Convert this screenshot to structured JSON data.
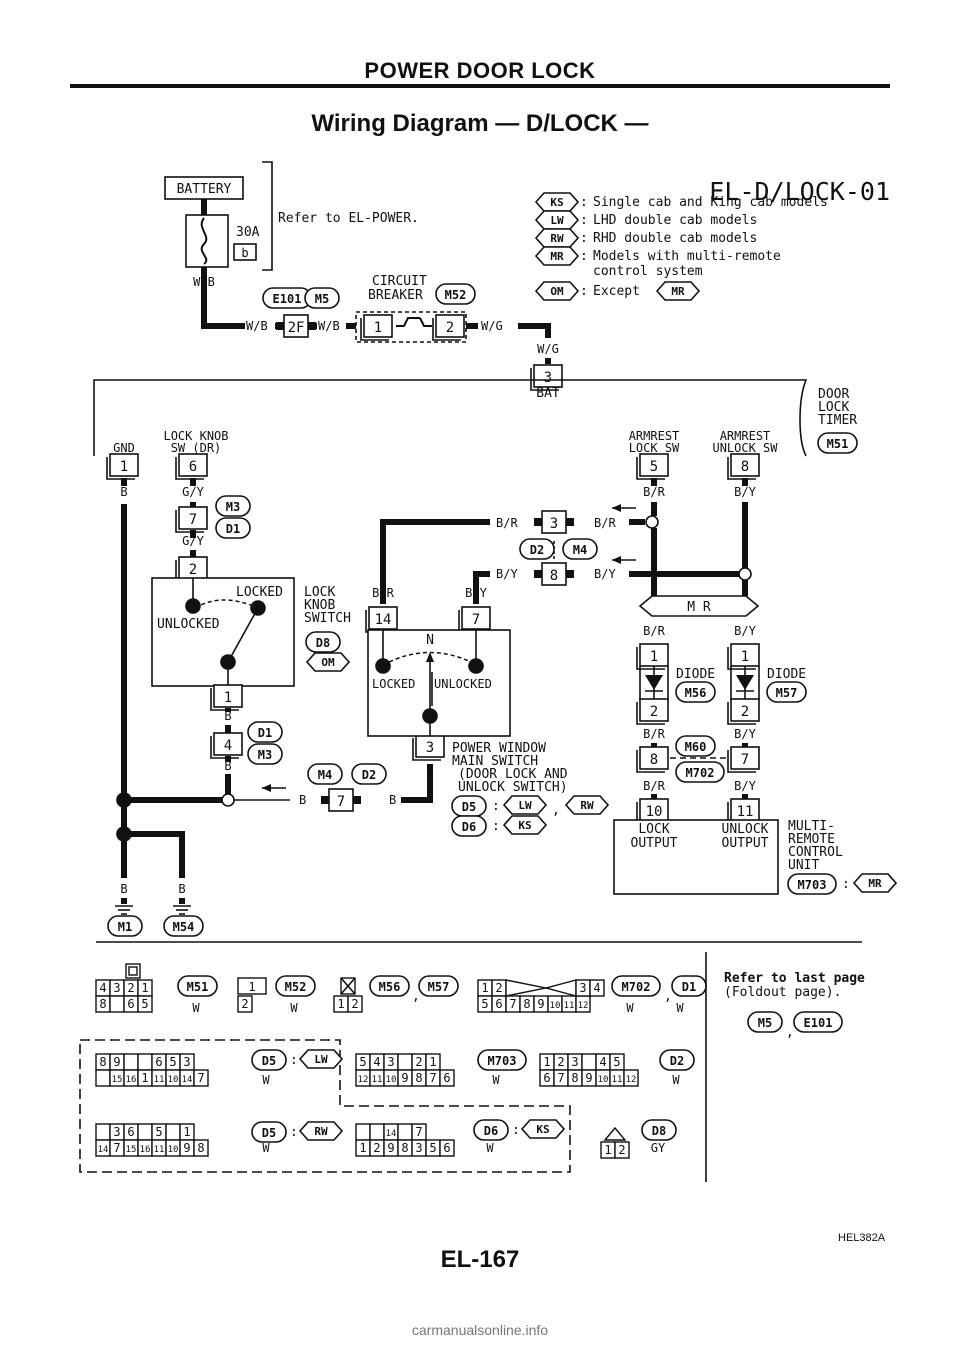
{
  "header": {
    "section_title": "POWER DOOR LOCK",
    "diagram_title": "Wiring Diagram — D/LOCK —"
  },
  "diagram": {
    "code": "EL-D/LOCK-01",
    "refer_power": "Refer to EL-POWER.",
    "battery": {
      "label": "BATTERY",
      "fuse_amp": "30A",
      "fuse_id": "b",
      "wire": "W/B"
    },
    "legend": [
      {
        "code": "KS",
        "sep": ":",
        "text": "Single cab and King cab models"
      },
      {
        "code": "LW",
        "sep": ":",
        "text": "LHD double cab models"
      },
      {
        "code": "RW",
        "sep": ":",
        "text": "RHD double cab models"
      },
      {
        "code": "MR",
        "sep": ":",
        "text": "Models with multi-remote"
      },
      {
        "code": "",
        "sep": "",
        "text": "control system"
      },
      {
        "code": "OM",
        "sep": ":",
        "text": "Except"
      }
    ],
    "legend_except_ref": "MR",
    "circuit_breaker": {
      "line1": "CIRCUIT",
      "line2": "BREAKER",
      "conn": "M52",
      "pin_in": "1",
      "pin_out": "2",
      "wire_out": "W/G"
    },
    "top_conns": [
      "E101",
      "M5"
    ],
    "top_pin": "2F",
    "timer": {
      "name": [
        "DOOR",
        "LOCK",
        "TIMER"
      ],
      "conn": "M51",
      "bat_pin": "3",
      "bat_label": "BAT",
      "bat_wire": "W/G",
      "pins": [
        {
          "label": [
            "GND"
          ],
          "pin": "1",
          "wire": "B"
        },
        {
          "label": [
            "LOCK KNOB",
            "SW (DR)"
          ],
          "pin": "6",
          "wire": "G/Y"
        },
        {
          "label": [
            "ARMREST",
            "LOCK SW"
          ],
          "pin": "5",
          "wire": "B/R"
        },
        {
          "label": [
            "ARMREST",
            "UNLOCK SW"
          ],
          "pin": "8",
          "wire": "B/Y"
        }
      ]
    },
    "d1_conns": [
      "M3",
      "D1"
    ],
    "d1_pin": "7",
    "lock_knob_switch": {
      "name": [
        "LOCK",
        "KNOB",
        "SWITCH"
      ],
      "conn": "D8",
      "cond": "OM",
      "top_pin": "2",
      "bottom_pin": "1",
      "locked": "LOCKED",
      "unlocked": "UNLOCKED"
    },
    "d1_lower": {
      "pin": "4",
      "conns": [
        "D1",
        "M3"
      ]
    },
    "d2m4": {
      "conns": [
        "D2",
        "M4"
      ],
      "pin_a": "3",
      "pin_b": "8",
      "lower_pin": "7",
      "lower_conns": [
        "M4",
        "D2"
      ]
    },
    "pw_switch": {
      "name": [
        "POWER WINDOW",
        "MAIN SWITCH",
        "(DOOR LOCK AND",
        "UNLOCK SWITCH)"
      ],
      "pin_a": "14",
      "pin_b": "7",
      "gnd_pin": "3",
      "n": "N",
      "locked": "LOCKED",
      "unlocked": "UNLOCKED",
      "notes": [
        {
          "conn": "D5",
          "conds": [
            "LW",
            "RW"
          ]
        },
        {
          "conn": "D6",
          "conds": [
            "KS"
          ]
        }
      ]
    },
    "mr_label": "M R",
    "diodes": [
      {
        "label": "DIODE",
        "conn": "M56",
        "pin_top": "1",
        "pin_bottom": "2"
      },
      {
        "label": "DIODE",
        "conn": "M57",
        "pin_top": "1",
        "pin_bottom": "2"
      }
    ],
    "m60": {
      "conns": [
        "M60",
        "M702"
      ],
      "pin_a": "8",
      "pin_b": "7"
    },
    "mru": {
      "name": [
        "MULTI-",
        "REMOTE",
        "CONTROL",
        "UNIT"
      ],
      "conn": "M703",
      "cond": "MR",
      "pin_lock": "10",
      "pin_unlock": "11",
      "lock_out": [
        "LOCK",
        "OUTPUT"
      ],
      "unlock_out": [
        "UNLOCK",
        "OUTPUT"
      ]
    },
    "grounds": [
      {
        "conn": "M1",
        "wire": "B"
      },
      {
        "conn": "M54",
        "wire": "B"
      }
    ],
    "wire_b": "B",
    "refer_last": [
      "Refer to last page",
      "(Foldout page)."
    ],
    "refer_conns": [
      "M5",
      "E101"
    ],
    "face_labels": {
      "m51": {
        "conn": "M51",
        "color": "W"
      },
      "m52": {
        "conn": "M52",
        "color": "W"
      },
      "m56": {
        "conns": [
          "M56",
          "M57"
        ]
      },
      "m702": {
        "conns": [
          "M702",
          "D1"
        ],
        "colors": [
          "W",
          "W"
        ]
      },
      "d5lw": {
        "conn": "D5",
        "cond": "LW",
        "color": "W"
      },
      "m703": {
        "conn": "M703",
        "color": "W"
      },
      "d2": {
        "conn": "D2",
        "color": "W"
      },
      "d5rw": {
        "conn": "D5",
        "cond": "RW",
        "color": "W"
      },
      "d6": {
        "conn": "D6",
        "cond": "KS",
        "color": "W"
      },
      "d8": {
        "conn": "D8",
        "color": "GY"
      }
    },
    "connector_faces": {
      "m51": {
        "top": [
          "",
          "",
          "",
          ""
        ],
        "row1": [
          "4",
          "3",
          "2",
          "1"
        ],
        "row2": [
          "8",
          "",
          "6",
          "5"
        ]
      },
      "m52": {
        "row1": [
          "1"
        ],
        "row2": [
          "2"
        ]
      },
      "m56": {
        "row2": [
          "1",
          "2"
        ]
      },
      "m702": {
        "row1": [
          "1",
          "2",
          "",
          "3",
          "4"
        ],
        "row2": [
          "5",
          "6",
          "7",
          "8",
          "9",
          "10",
          "11",
          "12"
        ]
      },
      "d5lw": {
        "row1": [
          "8",
          "9",
          "",
          "",
          "6",
          "5",
          "3"
        ],
        "row2": [
          "",
          "15",
          "16",
          "1",
          "11",
          "10",
          "14",
          "7"
        ]
      },
      "m703": {
        "row1": [
          "5",
          "4",
          "3",
          "",
          "2",
          "1"
        ],
        "row2": [
          "12",
          "11",
          "10",
          "9",
          "8",
          "7",
          "6"
        ]
      },
      "d2": {
        "row1": [
          "1",
          "2",
          "3",
          "",
          "4",
          "5"
        ],
        "row2": [
          "6",
          "7",
          "8",
          "9",
          "10",
          "11",
          "12"
        ]
      },
      "d5rw": {
        "row1": [
          "",
          "3",
          "6",
          "",
          "5",
          "",
          "1"
        ],
        "row2": [
          "14",
          "7",
          "15",
          "16",
          "11",
          "10",
          "9",
          "8"
        ]
      },
      "d6": {
        "row1": [
          "",
          "",
          "14",
          "",
          "7"
        ],
        "row2": [
          "1",
          "2",
          "9",
          "8",
          "3",
          "5",
          "6"
        ]
      },
      "d8": {
        "row2": [
          "1",
          "2"
        ]
      }
    }
  },
  "figure_id": "HEL382A",
  "page_number": "EL-167",
  "watermark": "carmanualsonline.info"
}
